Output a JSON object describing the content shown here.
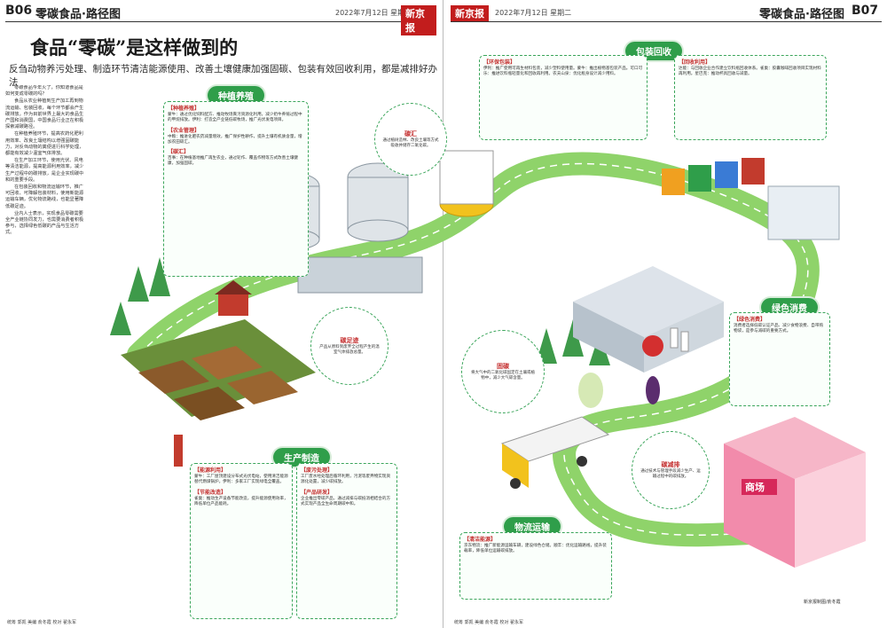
{
  "left_header": {
    "page": "B06",
    "section": "零碳食品·路径图",
    "date": "2022年7月12日 星期二",
    "brand": "新京报"
  },
  "right_header": {
    "brand": "新京报",
    "date": "2022年7月12日 星期二",
    "section": "零碳食品·路径图",
    "page": "B07"
  },
  "title": "食品“零碳”是这样做到的",
  "subtitle": "反刍动物养污处理、制造环节清洁能源使用、改善土壤健康加强固碳、包装有效回收利用，都是减排好办法",
  "body_paragraphs": [
    "零碳食品今年火了，你知道食品是如何变成零碳的吗？",
    "食品从农业种植到生产加工再到物流运输、包装回收，每个环节都会产生碳排放。作为目前世界上最大的食品生产国和消费国，中国食品行业正在积极探索减碳路径。",
    "在种植养殖环节，提高农药化肥利用效率、改良土壤结构以增强固碳能力，对反刍动物的粪便进行科学处理，都能有效减少温室气体排放。",
    "在生产加工环节，使用光伏、风电等清洁能源，提高能源利用效率，减少生产过程中的碳排放，是企业实现碳中和的重要手段。",
    "在包装回收和物流运输环节，推广可回收、可降解包装材料，使用新能源运输车辆，优化物流路线，也能显著降低碳足迹。",
    "业内人士表示，实现食品零碳需要全产业链协同发力，也需要消费者积极参与，选择绿色低碳的产品与生活方式。"
  ],
  "ribbons": {
    "plant": "种植养殖",
    "production": "生产制造",
    "packaging": "包装回收",
    "logistics": "物流运输",
    "consumption": "绿色消费"
  },
  "panel_plant": {
    "h1": "【种植养殖】",
    "t1": "蒙牛：通过优化饲料配方、推动牧场粪污资源化利用，减少奶牛养殖过程中的甲烷排放。伊利：打造全产业链低碳牧场，推广光伏发电项目。",
    "h2": "【农业管理】",
    "t2": "中粮：推进化肥农药减量增效，推广保护性耕作，提升土壤有机质含量，增加农田碳汇。",
    "h3": "【碳汇】",
    "t3": "百事：在种植基地推广再生农业，通过轮作、覆盖作物等方式改善土壤健康，加强固碳。"
  },
  "panel_production": {
    "h1": "【能源利用】",
    "t1": "蒙牛：工厂屋顶建设分布式光伏电站，使用清洁能源替代燃煤锅炉。伊利：多家工厂实现绿电全覆盖。",
    "h2": "【节能改造】",
    "t2": "雀巢：推动生产设备节能改造，提升能源使用效率，降低单位产品能耗。"
  },
  "panel_process": {
    "h1": "【废污处理】",
    "t1": "工厂废水经处理后循环利用，污泥等废弃物实现资源化处置，减少碳排放。",
    "h2": "【产品研发】",
    "t2": "企业推出零碳产品，通过减排与碳抵消相结合的方式实现产品全生命周期碳中和。"
  },
  "panel_pack1": {
    "h1": "【环保包装】",
    "t1": "伊利：推广使用可再生材料包装，减少塑料使用量。蒙牛：推出植物基包装产品。可口可乐：推进饮料瓶轻量化和回收再利用。农夫山泉：优化瓶身设计减少用料。"
  },
  "panel_pack2": {
    "h1": "【回收利用】",
    "t1": "达能：与回收企业合作建立饮料瓶回收体系。雀巢：胶囊咖啡回收项目实现材料再利用。星巴克：推动杯具回收与减量。"
  },
  "panel_consume": {
    "h1": "【绿色消费】",
    "t1": "消费者选择低碳认证产品、减少食物浪费、自带购物袋，是参与减碳的重要方式。"
  },
  "panel_logistics": {
    "h1": "【清洁能源】",
    "t1": "京东物流：推广新能源运输车辆，建设绿色仓储。顺丰：优化运输路线，提升装载率，降低单位运输碳排放。"
  },
  "circle_carbon_sink": {
    "title": "碳汇",
    "body": "通过植树造林、改良土壤等方式吸收并储存二氧化碳。"
  },
  "circle_carbon_footprint": {
    "title": "碳足迹",
    "body": "产品从原料到废弃全过程产生的温室气体排放总量。"
  },
  "circle_carbon_fix": {
    "title": "固碳",
    "body": "将大气中的二氧化碳固定在土壤或植物中，减少大气碳含量。"
  },
  "circle_carbon_credit": {
    "title": "碳减排",
    "body": "通过技术与管理手段减少生产、运输过程中的碳排放。"
  },
  "labels": {
    "store": "商场"
  },
  "footer_left": "统筹 郭凯  美编 俞冬霞  校对 翟永军",
  "footer_right": "统筹 郭凯  美编 俞冬霞  校对 翟永军",
  "credit": "新京报制图/俞冬霞",
  "colors": {
    "accent_green": "#2f9e4a",
    "accent_red": "#c43030",
    "road": "#8fd36a",
    "brand_red": "#c21d1d"
  }
}
